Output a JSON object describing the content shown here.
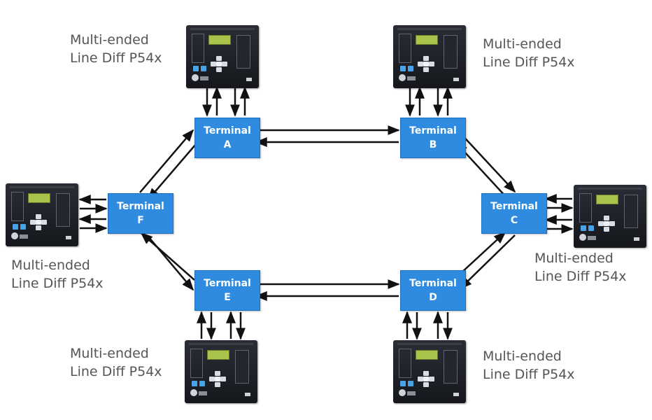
{
  "terminals": {
    "a": {
      "title": "Terminal",
      "letter": "A"
    },
    "b": {
      "title": "Terminal",
      "letter": "B"
    },
    "c": {
      "title": "Terminal",
      "letter": "C"
    },
    "d": {
      "title": "Terminal",
      "letter": "D"
    },
    "e": {
      "title": "Terminal",
      "letter": "E"
    },
    "f": {
      "title": "Terminal",
      "letter": "F"
    }
  },
  "relays": {
    "a": {
      "line1": "Multi-ended",
      "line2": "Line Diff P54x"
    },
    "b": {
      "line1": "Multi-ended",
      "line2": "Line Diff P54x"
    },
    "c": {
      "line1": "Multi-ended",
      "line2": "Line Diff P54x"
    },
    "d": {
      "line1": "Multi-ended",
      "line2": "Line Diff P54x"
    },
    "e": {
      "line1": "Multi-ended",
      "line2": "Line Diff P54x"
    },
    "f": {
      "line1": "Multi-ended",
      "line2": "Line Diff P54x"
    }
  },
  "colors": {
    "terminal_fill": "#2f8be0",
    "arrow": "#111111",
    "label_text": "#555555"
  },
  "icons": {
    "relay_device": "protection-relay-icon"
  }
}
